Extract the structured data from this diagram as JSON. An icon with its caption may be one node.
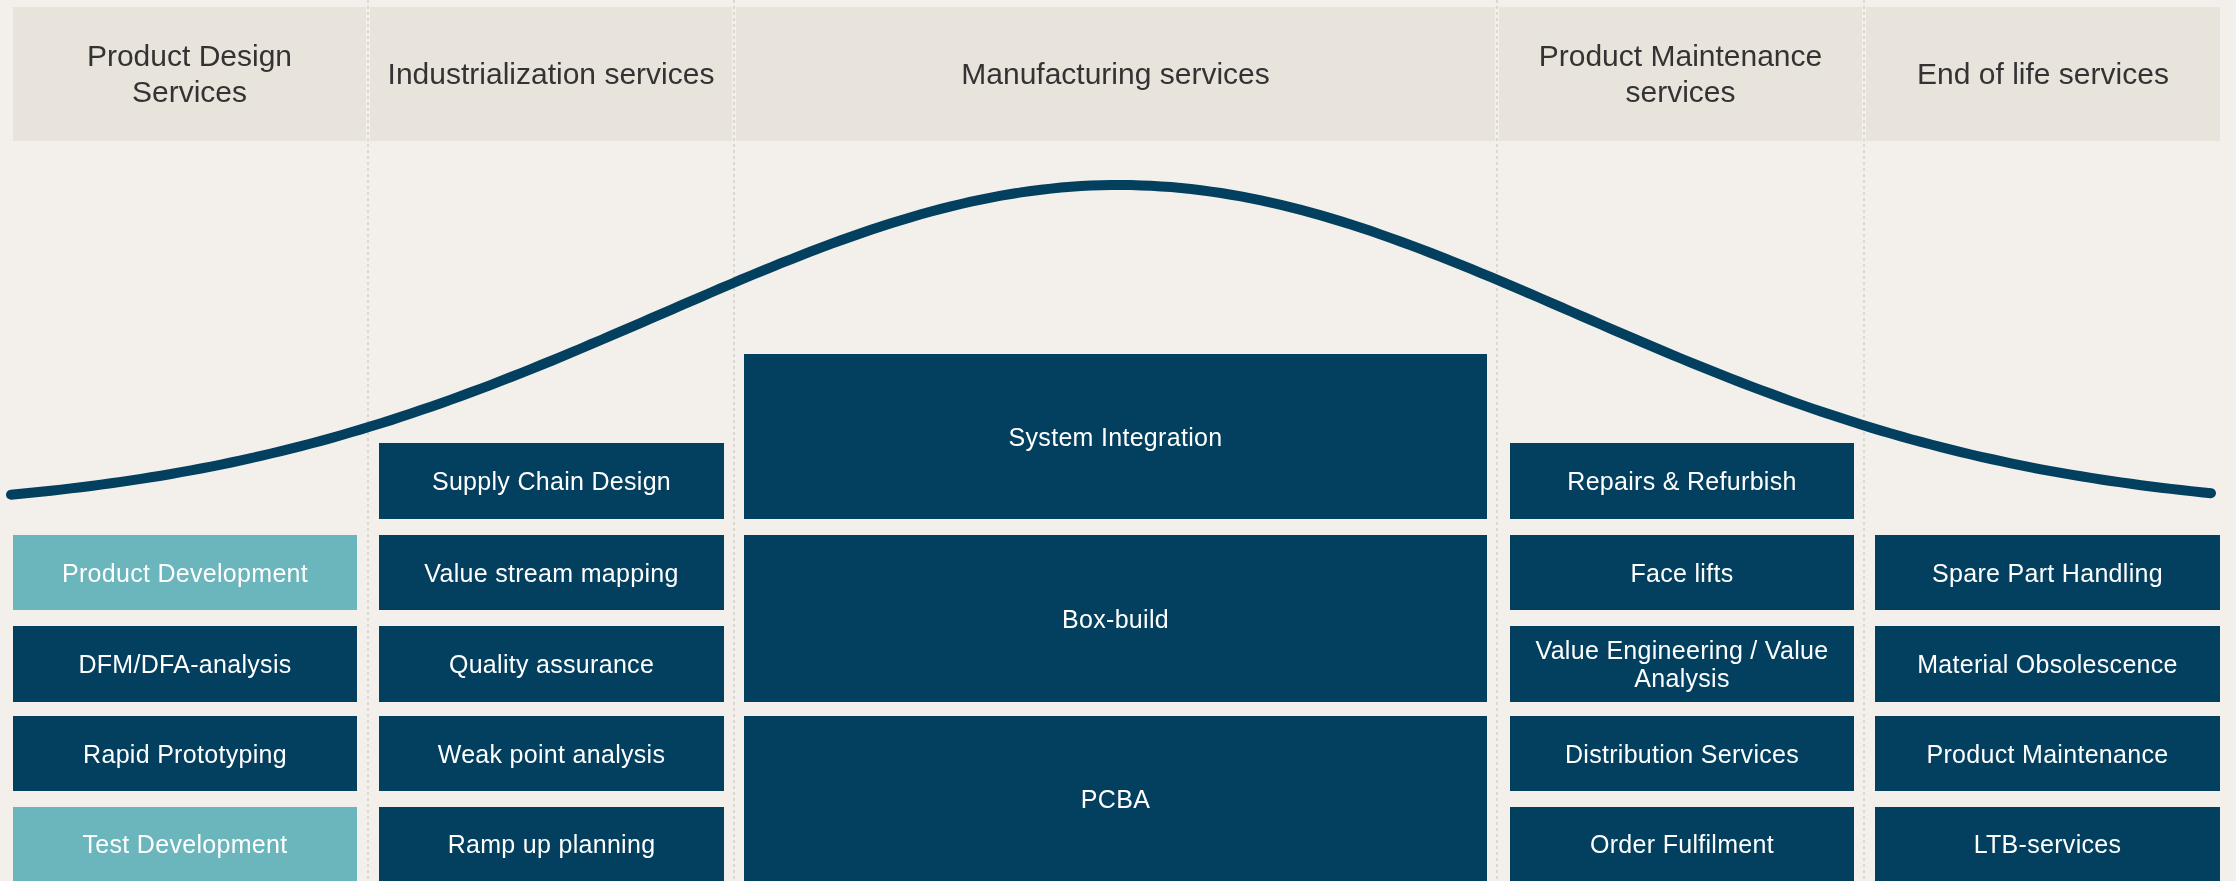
{
  "diagram": {
    "nodes": [
      {
        "text": [
          "Product Design Services"
        ]
      },
      {
        "text": [
          "Industrialization services"
        ]
      },
      {
        "text": [
          "Manufacturing services"
        ]
      },
      {
        "text": [
          "Product Maintenance services"
        ]
      },
      {
        "text": [
          "End of life services"
        ]
      },
      {
        "text": [
          "Product Development"
        ]
      },
      {
        "text": [
          "DFM/DFA-analysis"
        ]
      },
      {
        "text": [
          "Rapid Prototyping"
        ]
      },
      {
        "text": [
          "Test Development"
        ]
      },
      {
        "text": [
          "Supply Chain Design"
        ]
      },
      {
        "text": [
          "Value stream mapping"
        ]
      },
      {
        "text": [
          "Quality assurance"
        ]
      },
      {
        "text": [
          "Weak point analysis"
        ]
      },
      {
        "text": [
          "Ramp up planning"
        ]
      },
      {
        "text": [
          "System Integration"
        ]
      },
      {
        "text": [
          "Box-build"
        ]
      },
      {
        "text": [
          "PCBA"
        ]
      },
      {
        "text": [
          "Repairs & Refurbish"
        ]
      },
      {
        "text": [
          "Face lifts"
        ]
      },
      {
        "text": [
          "Value Engineering / Value Analysis"
        ]
      },
      {
        "text": [
          "Distribution Services"
        ]
      },
      {
        "text": [
          "Order Fulfilment"
        ]
      },
      {
        "text": [
          "Spare Part Handling"
        ]
      },
      {
        "text": [
          "Material Obsolescence"
        ]
      },
      {
        "text": [
          "Product Maintenance"
        ]
      },
      {
        "text": [
          "LTB-services"
        ]
      }
    ],
    "edges": []
  }
}
